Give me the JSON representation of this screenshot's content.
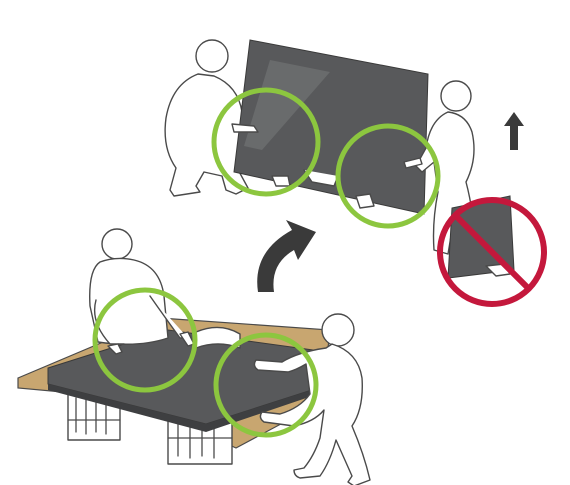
{
  "diagram": {
    "colors": {
      "ok_ring": "#8cc63f",
      "prohibit": "#c4183c",
      "panel": "#58595b",
      "panel_light": "#8a8b8d",
      "cardboard": "#c8a670",
      "arrow": "#3a3a3a",
      "outline": "#4a4a4a"
    },
    "icons": [
      "curved-arrow-icon",
      "up-arrow-icon",
      "prohibition-icon"
    ],
    "steps": [
      {
        "name": "lift-from-box",
        "correct": true,
        "grip_rings": 2
      },
      {
        "name": "carry-upright",
        "correct": true,
        "grip_rings": 2
      },
      {
        "name": "lift-by-screen-edge",
        "correct": false,
        "grip_rings": 0
      }
    ]
  }
}
